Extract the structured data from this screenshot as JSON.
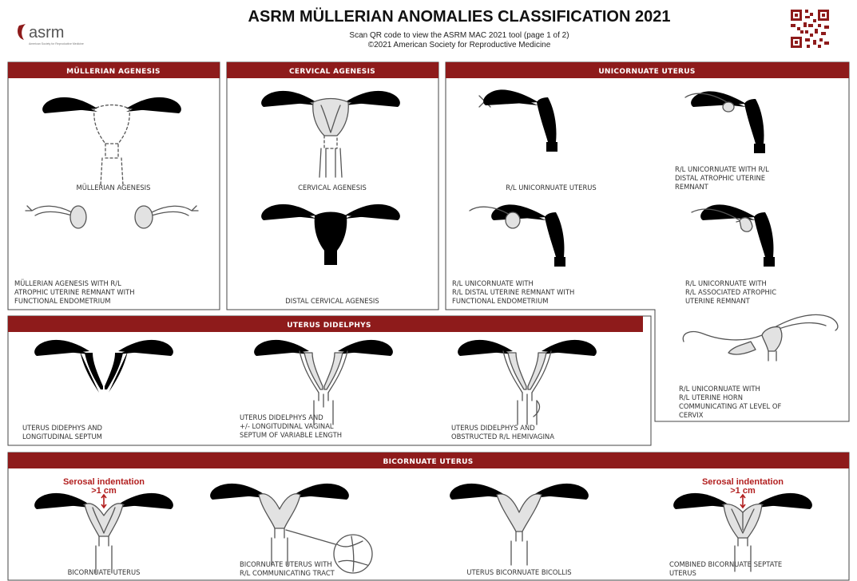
{
  "header": {
    "title": "ASRM MÜLLERIAN ANOMALIES CLASSIFICATION 2021",
    "subtitle1": "Scan QR code to view the ASRM MAC 2021 tool (page 1 of 2)",
    "subtitle2": "©2021 American Society for Reproductive Medicine",
    "logo_text": "asrm",
    "logo_tagline": "American Society for Reproductive Medicine"
  },
  "colors": {
    "section_bar": "#8e1b1b",
    "serosal_red": "#b21f1f",
    "border": "#444444"
  },
  "sections": {
    "mullerian_agenesis": "MÜLLERIAN AGENESIS",
    "cervical_agenesis": "CERVICAL AGENESIS",
    "unicornuate_uterus": "UNICORNUATE UTERUS",
    "uterus_didelphys": "UTERUS DIDELPHYS",
    "bicornuate_uterus": "BICORNUATE UTERUS"
  },
  "labels": {
    "ma1": [
      "MÜLLERIAN AGENESIS"
    ],
    "ma2": [
      "MÜLLERIAN AGENESIS WITH R/L",
      "ATROPHIC UTERINE REMNANT WITH",
      "FUNCTIONAL ENDOMETRIUM"
    ],
    "ca1": [
      "CERVICAL AGENESIS"
    ],
    "ca2": [
      "DISTAL CERVICAL AGENESIS"
    ],
    "uu1": [
      "R/L UNICORNUATE UTERUS"
    ],
    "uu2": [
      "R/L UNICORNUATE WITH R/L",
      "DISTAL ATROPHIC UTERINE",
      "REMNANT"
    ],
    "uu3": [
      "R/L UNICORNUATE WITH",
      "R/L DISTAL UTERINE REMNANT WITH",
      "FUNCTIONAL ENDOMETRIUM"
    ],
    "uu4": [
      "R/L UNICORNUATE WITH",
      "R/L ASSOCIATED ATROPHIC",
      "UTERINE REMNANT"
    ],
    "uu5": [
      "R/L UNICORNUATE WITH",
      "R/L UTERINE HORN",
      "COMMUNICATING AT LEVEL OF",
      "CERVIX"
    ],
    "ud1": [
      "UTERUS DIDEPHYS AND",
      "LONGITUDINAL SEPTUM"
    ],
    "ud2": [
      "UTERUS DIDELPHYS AND",
      "+/- LONGITUDINAL VAGINAL",
      "SEPTUM OF VARIABLE LENGTH"
    ],
    "ud3": [
      "UTERUS DIDELPHYS AND",
      "OBSTRUCTED R/L HEMIVAGINA"
    ],
    "bu1": [
      "BICORNUATE UTERUS"
    ],
    "bu2": [
      "BICORNUATE UTERUS WITH",
      "R/L COMMUNICATING TRACT"
    ],
    "bu3": [
      "UTERUS BICORNUATE BICOLLIS"
    ],
    "bu4": [
      "COMBINED BICORNUATE SEPTATE",
      "UTERUS"
    ]
  },
  "annotations": {
    "serosal_title": "Serosal indentation",
    "serosal_value": ">1 cm"
  }
}
